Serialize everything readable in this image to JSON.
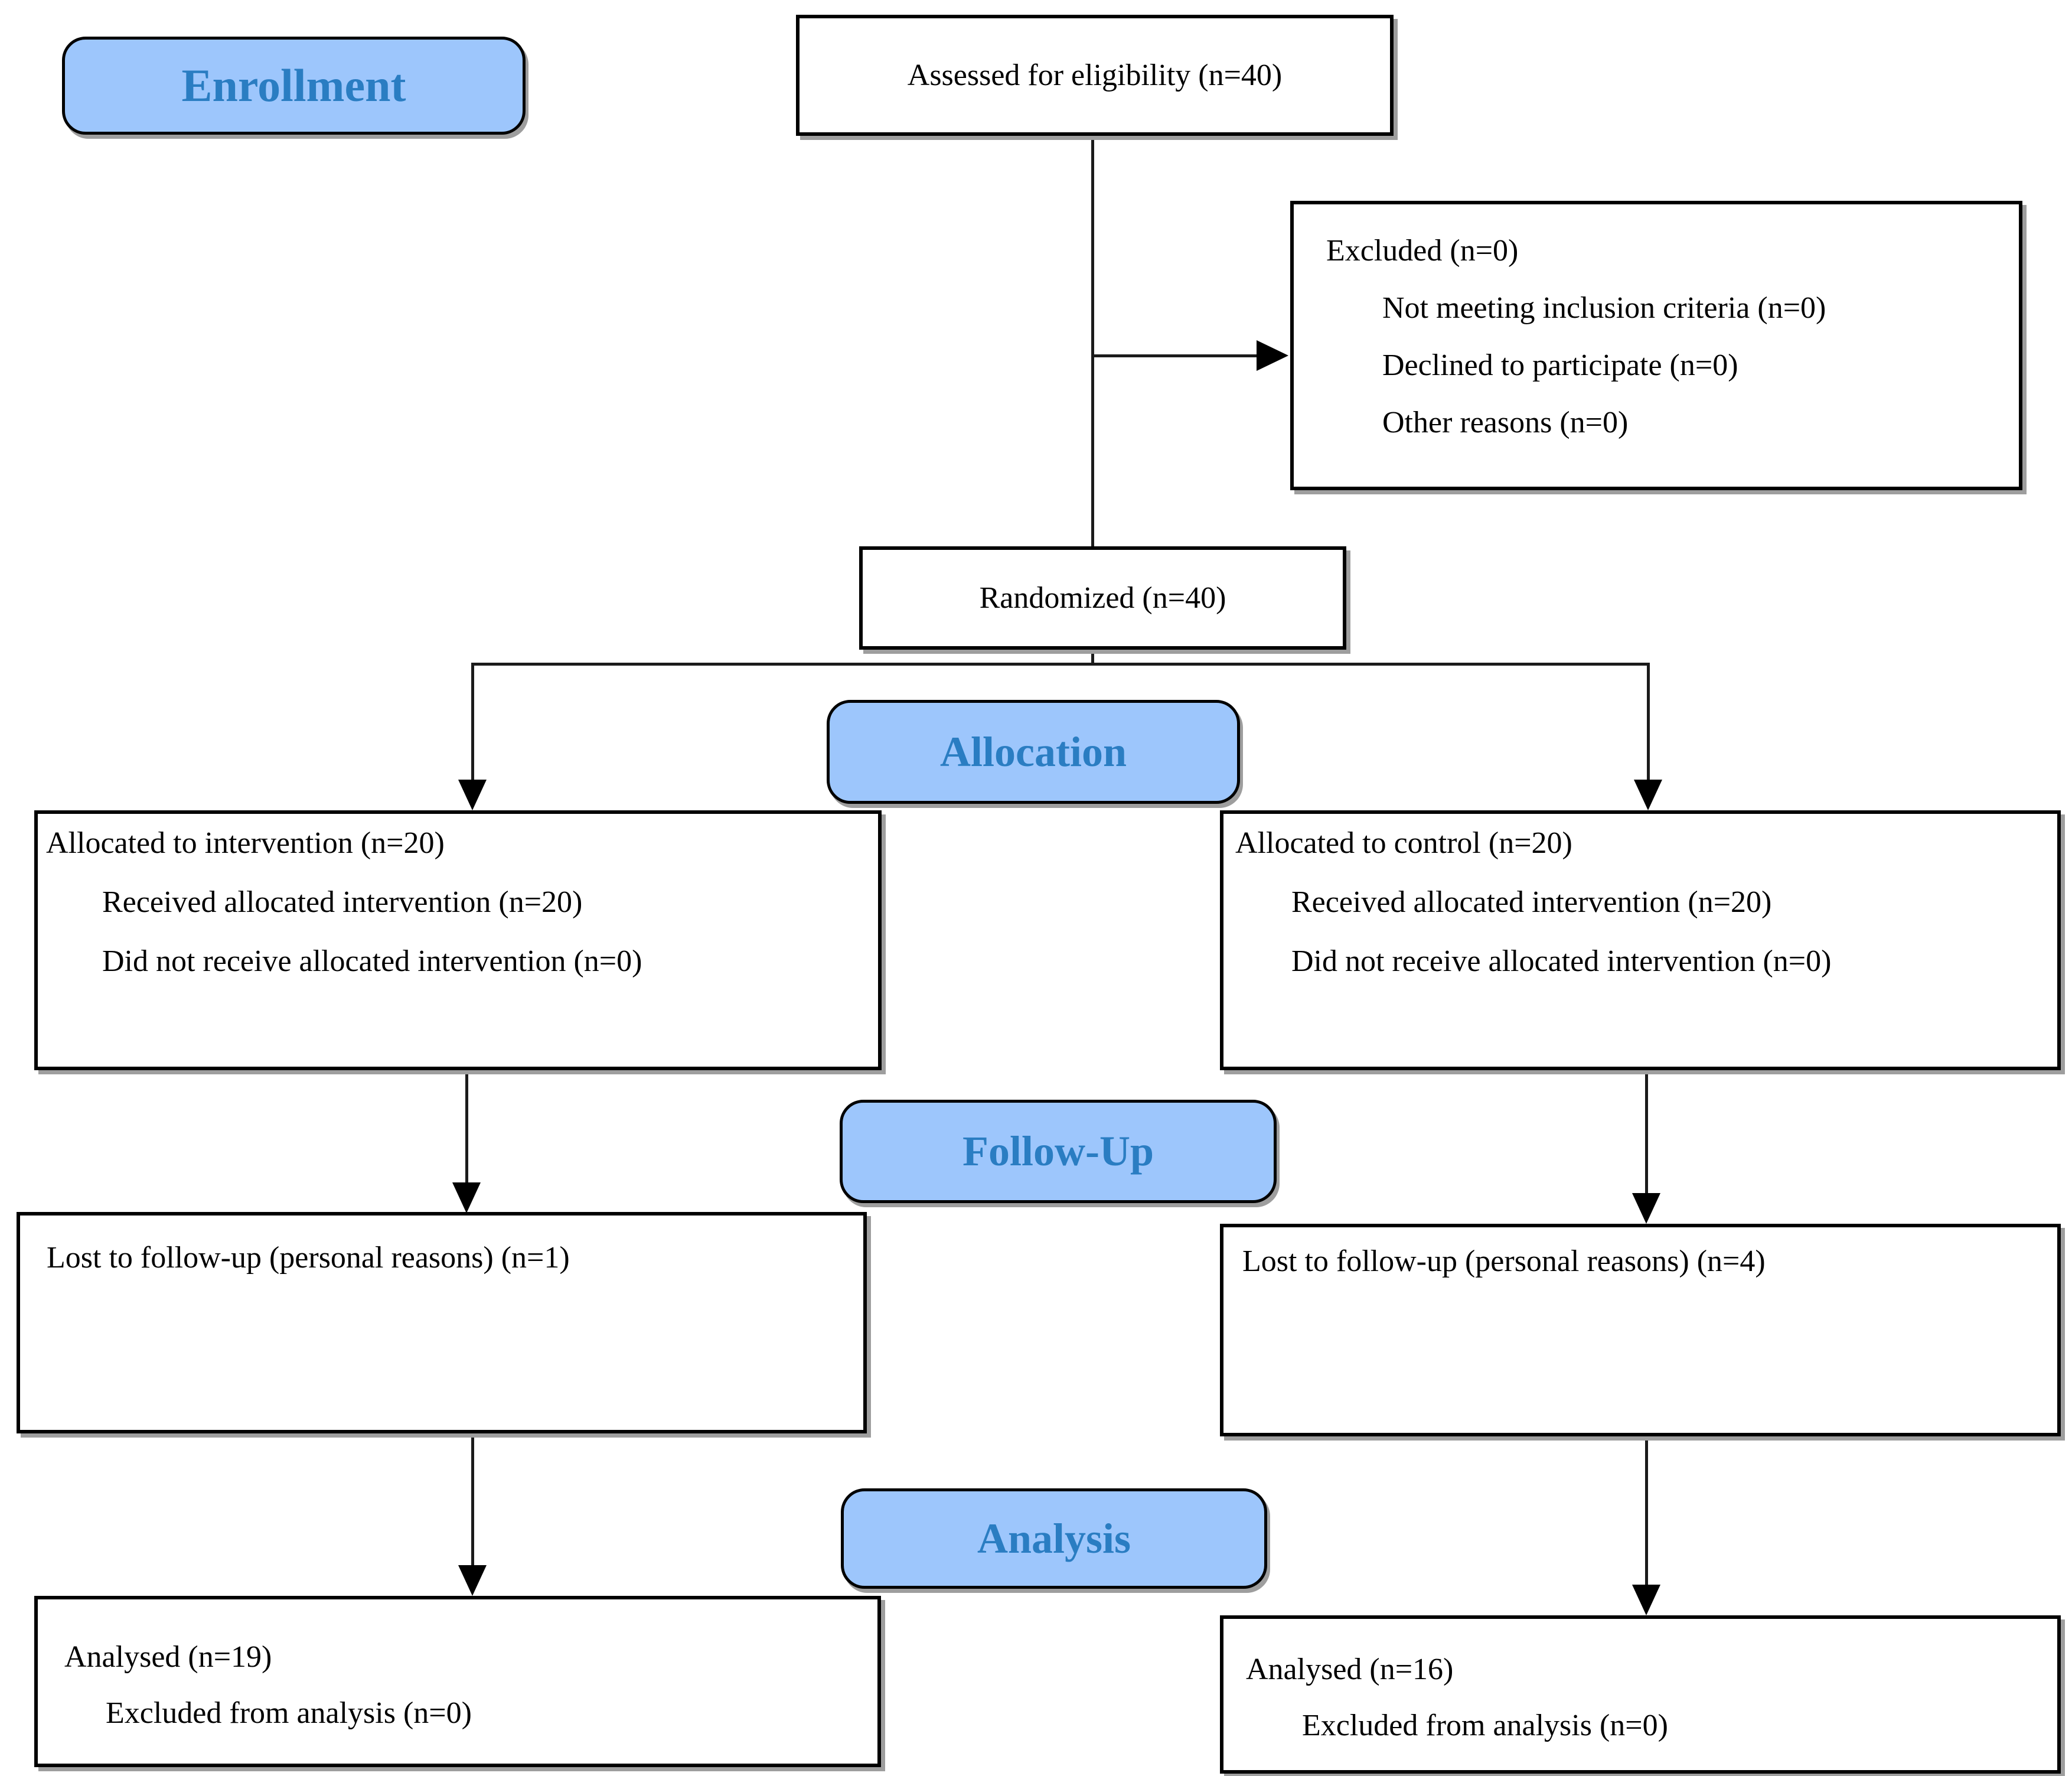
{
  "flow": {
    "badges": {
      "enrollment": "Enrollment",
      "allocation": "Allocation",
      "followup": "Follow-Up",
      "analysis": "Analysis"
    },
    "assessed": {
      "line": "Assessed for eligibility (n=40)"
    },
    "excluded": {
      "lines": [
        "Excluded (n=0)",
        "Not meeting inclusion criteria (n=0)",
        "Declined to participate (n=0)",
        "Other reasons (n=0)"
      ]
    },
    "randomized": {
      "line": "Randomized (n=40)"
    },
    "allocated_intervention": {
      "lines": [
        "Allocated to intervention (n=20)",
        "Received allocated intervention (n=20)",
        "Did not receive allocated intervention (n=0)"
      ]
    },
    "allocated_control": {
      "lines": [
        "Allocated to control (n=20)",
        "Received allocated intervention (n=20)",
        "Did not receive allocated intervention (n=0)"
      ]
    },
    "lost_intervention": {
      "line": "Lost to follow-up (personal reasons) (n=1)"
    },
    "lost_control": {
      "line": "Lost to follow-up (personal reasons) (n=4)"
    },
    "analysed_intervention": {
      "lines": [
        "Analysed (n=19)",
        "Excluded from analysis (n=0)"
      ]
    },
    "analysed_control": {
      "lines": [
        "Analysed (n=16)",
        "Excluded from analysis (n=0)"
      ]
    },
    "colors": {
      "badge_fill": "#9DC6FC",
      "badge_text": "#2A7DC2",
      "box_border": "#000000",
      "box_shadow": "#9E9E9E",
      "connector": "#1B1B1B"
    }
  }
}
